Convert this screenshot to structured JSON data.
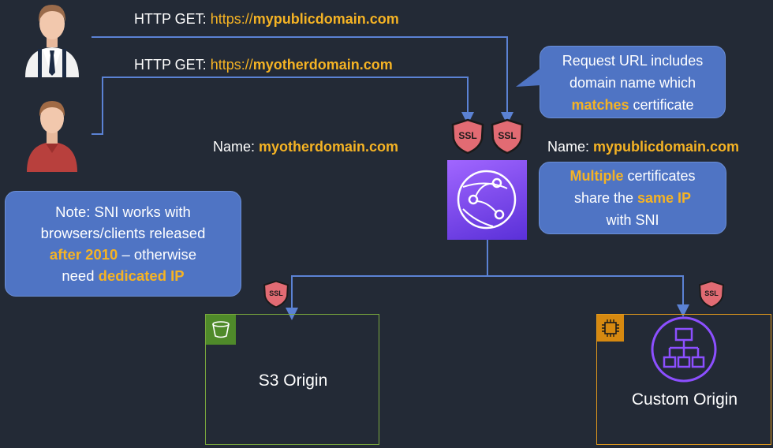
{
  "requests": [
    {
      "prefix": "HTTP GET: ",
      "url_pre": "https://",
      "domain": "mypublicdomain.com"
    },
    {
      "prefix": "HTTP GET: ",
      "url_pre": "https://",
      "domain": "myotherdomain.com"
    }
  ],
  "cert_left": {
    "prefix": "Name: ",
    "domain": "myotherdomain.com"
  },
  "cert_right": {
    "prefix": "Name: ",
    "domain": "mypublicdomain.com"
  },
  "ssl_badge": "SSL",
  "callout_request": {
    "line1": "Request URL includes",
    "line2": "domain name which",
    "hl": "matches",
    "rest": " certificate"
  },
  "callout_multiple": {
    "hl1": "Multiple",
    "t1": " certificates",
    "t2": "share the ",
    "hl2": "same IP",
    "t3": "with SNI"
  },
  "callout_note": {
    "t1": "Note: SNI works with",
    "t2": "browsers/clients released",
    "hl1": "after 2010",
    "t3": " – otherwise",
    "t4": "need ",
    "hl2": "dedicated IP"
  },
  "origins": {
    "s3": "S3 Origin",
    "custom": "Custom Origin"
  },
  "colors": {
    "background": "#232a36",
    "highlight": "#f5b324",
    "callout": "#4f74c4",
    "line": "#5b82d4",
    "s3": "#7aa83d",
    "ec2": "#e39a1c",
    "cloudfront": "#8c4fff"
  }
}
